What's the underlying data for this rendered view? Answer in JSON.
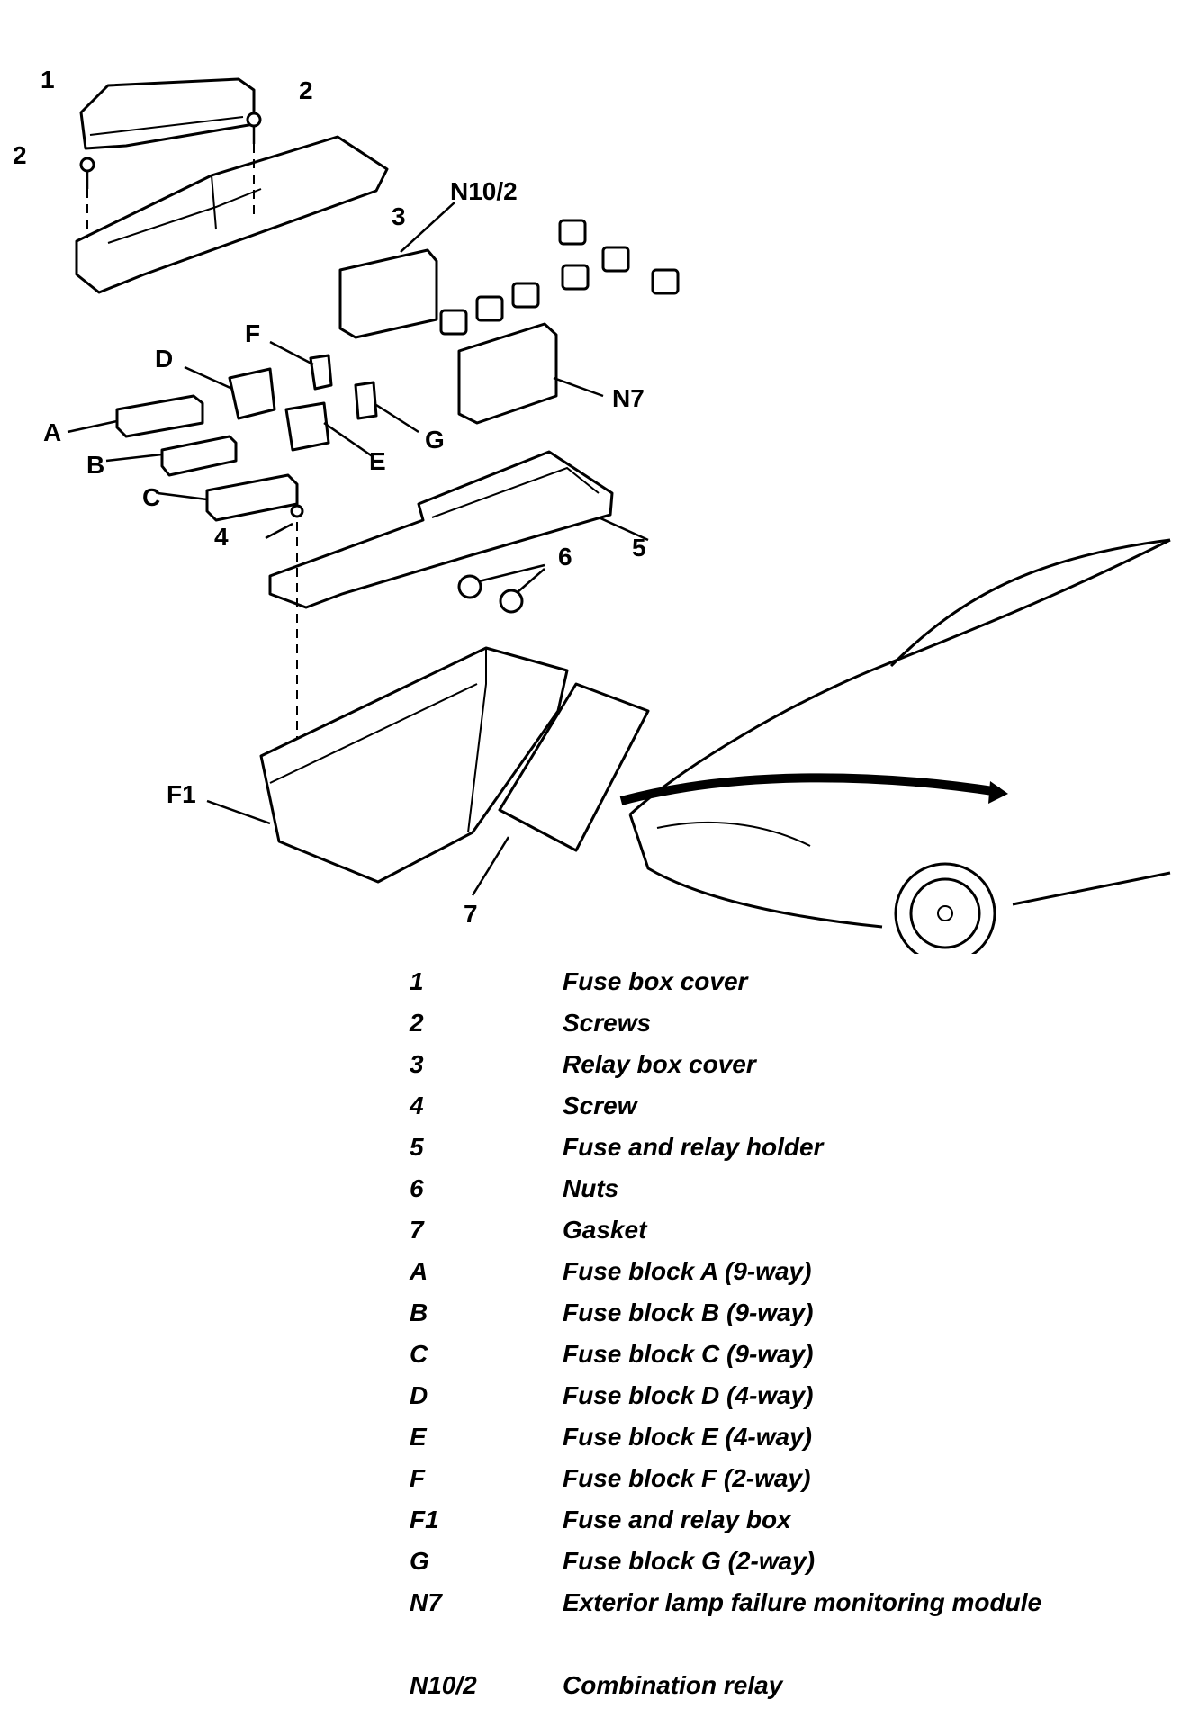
{
  "callouts": {
    "c1": "1",
    "c2a": "2",
    "c2b": "2",
    "c3": "3",
    "c4": "4",
    "c5": "5",
    "c6": "6",
    "c7": "7",
    "n102": "N10/2",
    "n7": "N7",
    "a": "A",
    "b": "B",
    "c": "C",
    "d": "D",
    "e": "E",
    "f": "F",
    "g": "G",
    "f1": "F1"
  },
  "legend": [
    {
      "key": "1",
      "desc": "Fuse box cover"
    },
    {
      "key": "2",
      "desc": "Screws"
    },
    {
      "key": "3",
      "desc": "Relay box cover"
    },
    {
      "key": "4",
      "desc": "Screw"
    },
    {
      "key": "5",
      "desc": "Fuse and relay holder"
    },
    {
      "key": "6",
      "desc": "Nuts"
    },
    {
      "key": "7",
      "desc": "Gasket"
    },
    {
      "key": "A",
      "desc": "Fuse block A (9-way)"
    },
    {
      "key": "B",
      "desc": "Fuse block B (9-way)"
    },
    {
      "key": "C",
      "desc": "Fuse block C (9-way)"
    },
    {
      "key": "D",
      "desc": "Fuse block D (4-way)"
    },
    {
      "key": "E",
      "desc": "Fuse block E (4-way)"
    },
    {
      "key": "F",
      "desc": "Fuse block F (2-way)"
    },
    {
      "key": "F1",
      "desc": "Fuse and relay box"
    },
    {
      "key": "G",
      "desc": "Fuse block G (2-way)"
    },
    {
      "key": "N7",
      "desc": "Exterior lamp failure monitoring module"
    },
    {
      "key": "N10/2",
      "desc": "Combination relay"
    }
  ]
}
